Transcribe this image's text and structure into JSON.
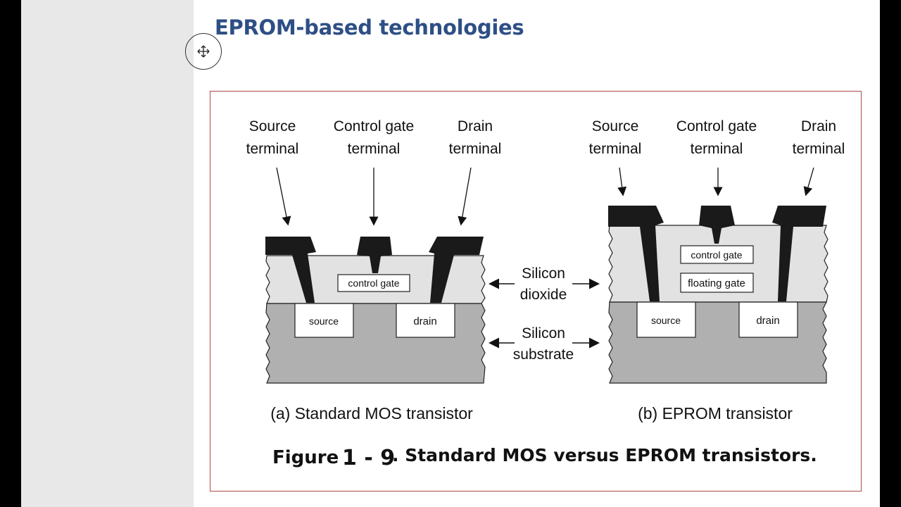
{
  "slide": {
    "title": "EPROM-based technologies"
  },
  "diagram": {
    "left": {
      "source_terminal": [
        "Source",
        "terminal"
      ],
      "control_gate_terminal": [
        "Control gate",
        "terminal"
      ],
      "drain_terminal": [
        "Drain",
        "terminal"
      ],
      "control_gate_box": "control gate",
      "source_box": "source",
      "drain_box": "drain",
      "subtitle": "(a) Standard MOS transistor"
    },
    "right": {
      "source_terminal": [
        "Source",
        "terminal"
      ],
      "control_gate_terminal": [
        "Control gate",
        "terminal"
      ],
      "drain_terminal": [
        "Drain",
        "terminal"
      ],
      "control_gate_box": "control gate",
      "floating_gate_box": "floating gate",
      "source_box": "source",
      "drain_box": "drain",
      "subtitle": "(b) EPROM transistor"
    },
    "center": {
      "silicon_dioxide": [
        "Silicon",
        "dioxide"
      ],
      "silicon_substrate": [
        "Silicon",
        "substrate"
      ]
    },
    "caption": {
      "figure_word": "Figure",
      "figure_number": "1 - 9",
      "text": ". Standard MOS versus EPROM transistors."
    }
  }
}
